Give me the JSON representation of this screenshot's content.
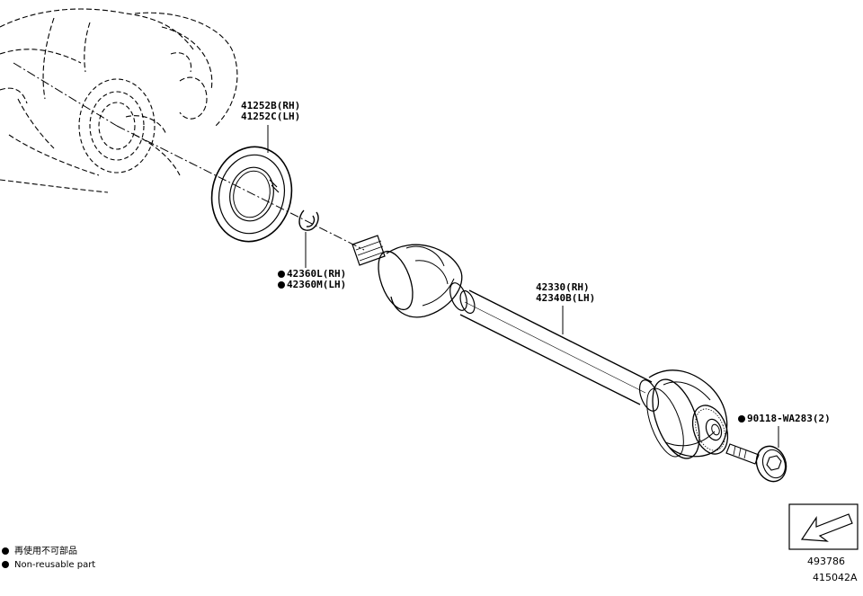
{
  "diagram": {
    "labels": {
      "oil_seal": {
        "rh": "41252B(RH)",
        "lh": "41252C(LH)"
      },
      "snap_ring": {
        "rh": "42360L(RH)",
        "lh": "42360M(LH)"
      },
      "drive_shaft": {
        "rh": "42330(RH)",
        "lh": "42340B(LH)"
      },
      "bolt": {
        "text": "90118-WA283(2)"
      }
    },
    "legend": {
      "japanese": "再使用不可部品",
      "english": "Non-reusable part"
    },
    "reference": {
      "figure_number": "493786",
      "illustration_code": "415042A"
    }
  },
  "colors": {
    "line": "#000000",
    "background": "#ffffff"
  }
}
